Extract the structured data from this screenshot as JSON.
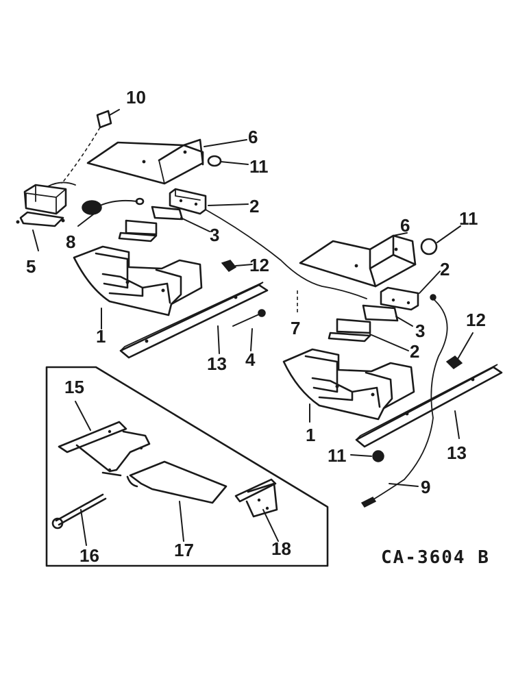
{
  "callouts": {
    "c1a": "1",
    "c1b": "1",
    "c2a": "2",
    "c2b": "2",
    "c2c": "2",
    "c3a": "3",
    "c3b": "3",
    "c4": "4",
    "c5": "5",
    "c6a": "6",
    "c6b": "6",
    "c7": "7",
    "c8": "8",
    "c9": "9",
    "c10": "10",
    "c11a": "11",
    "c11b": "11",
    "c11c": "11",
    "c12a": "12",
    "c12b": "12",
    "c13a": "13",
    "c13b": "13",
    "c15": "15",
    "c16": "16",
    "c17": "17",
    "c18": "18"
  },
  "drawing_code": "CA-3604 B"
}
